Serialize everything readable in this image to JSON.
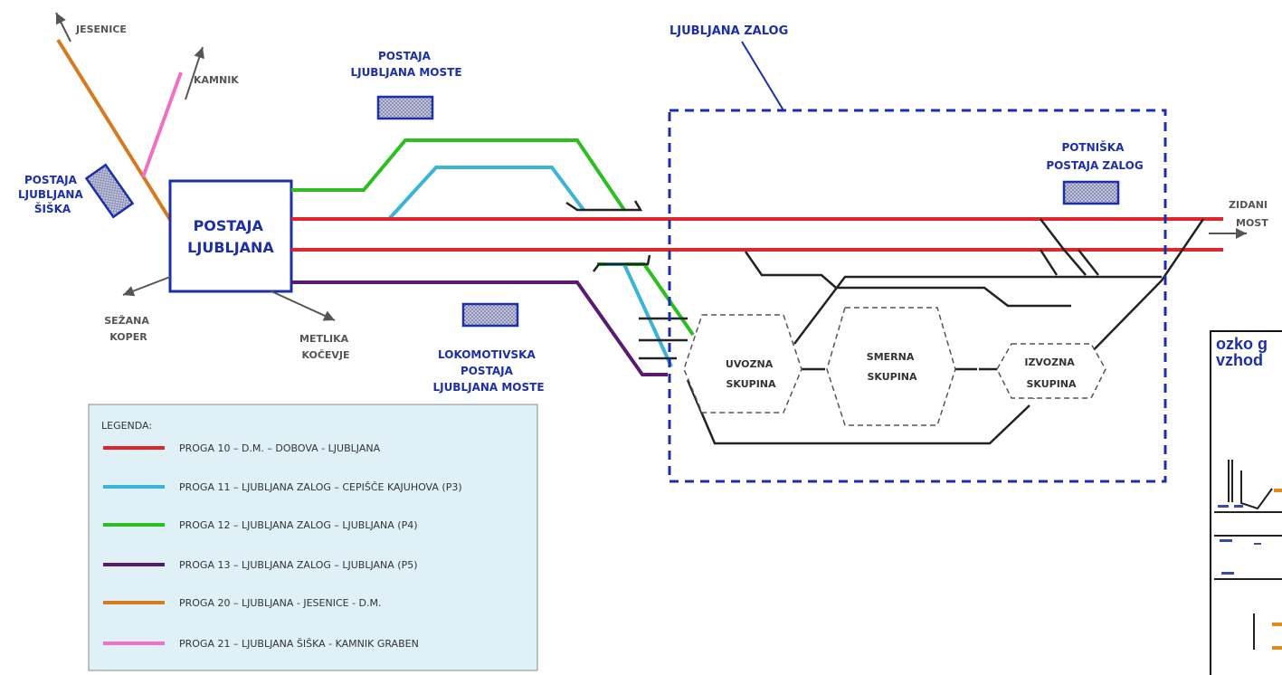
{
  "labels": {
    "jesenice": "JESENICE",
    "kamnik": "KAMNIK",
    "postaja_siska": [
      "POSTAJA",
      "LJUBLJANA",
      "ŠIŠKA"
    ],
    "postaja_ljubljana": [
      "POSTAJA",
      "LJUBLJANA"
    ],
    "sezana_koper": [
      "SEŽANA",
      "KOPER"
    ],
    "metlika_kocevje": [
      "METLIKA",
      "KOČEVJE"
    ],
    "postaja_moste": [
      "POSTAJA",
      "LJUBLJANA MOSTE"
    ],
    "lokomotivska": [
      "LOKOMOTIVSKA",
      "POSTAJA",
      "LJUBLJANA MOSTE"
    ],
    "ljubljana_zalog": "LJUBLJANA ZALOG",
    "potniska_zalog": [
      "POTNIŠKA",
      "POSTAJA ZALOG"
    ],
    "zidani_most": [
      "ZIDANI",
      "MOST"
    ],
    "uvozna": [
      "UVOZNA",
      "SKUPINA"
    ],
    "smerna": [
      "SMERNA",
      "SKUPINA"
    ],
    "izvozna": [
      "IZVOZNA",
      "SKUPINA"
    ]
  },
  "legend": {
    "title": "LEGENDA:",
    "items": [
      {
        "color": "#e0262b",
        "label": "PROGA 10 – D.M. – DOBOVA - LJUBLJANA"
      },
      {
        "color": "#3ab4d8",
        "label": "PROGA 11 – LJUBLJANA ZALOG – CEPIŠČE KAJUHOVA (P3)"
      },
      {
        "color": "#2bbf22",
        "label": "PROGA 12 – LJUBLJANA ZALOG – LJUBLJANA (P4)"
      },
      {
        "color": "#5a1a6e",
        "label": "PROGA 13 – LJUBLJANA ZALOG – LJUBLJANA (P5)"
      },
      {
        "color": "#d67a1f",
        "label": "PROGA 20 – LJUBLJANA - JESENICE - D.M."
      },
      {
        "color": "#ef70c4",
        "label": "PROGA 21 – LJUBLJANA ŠIŠKA - KAMNIK GRABEN"
      }
    ]
  },
  "inset": {
    "lines": [
      "ozko g",
      "vzhod"
    ]
  }
}
